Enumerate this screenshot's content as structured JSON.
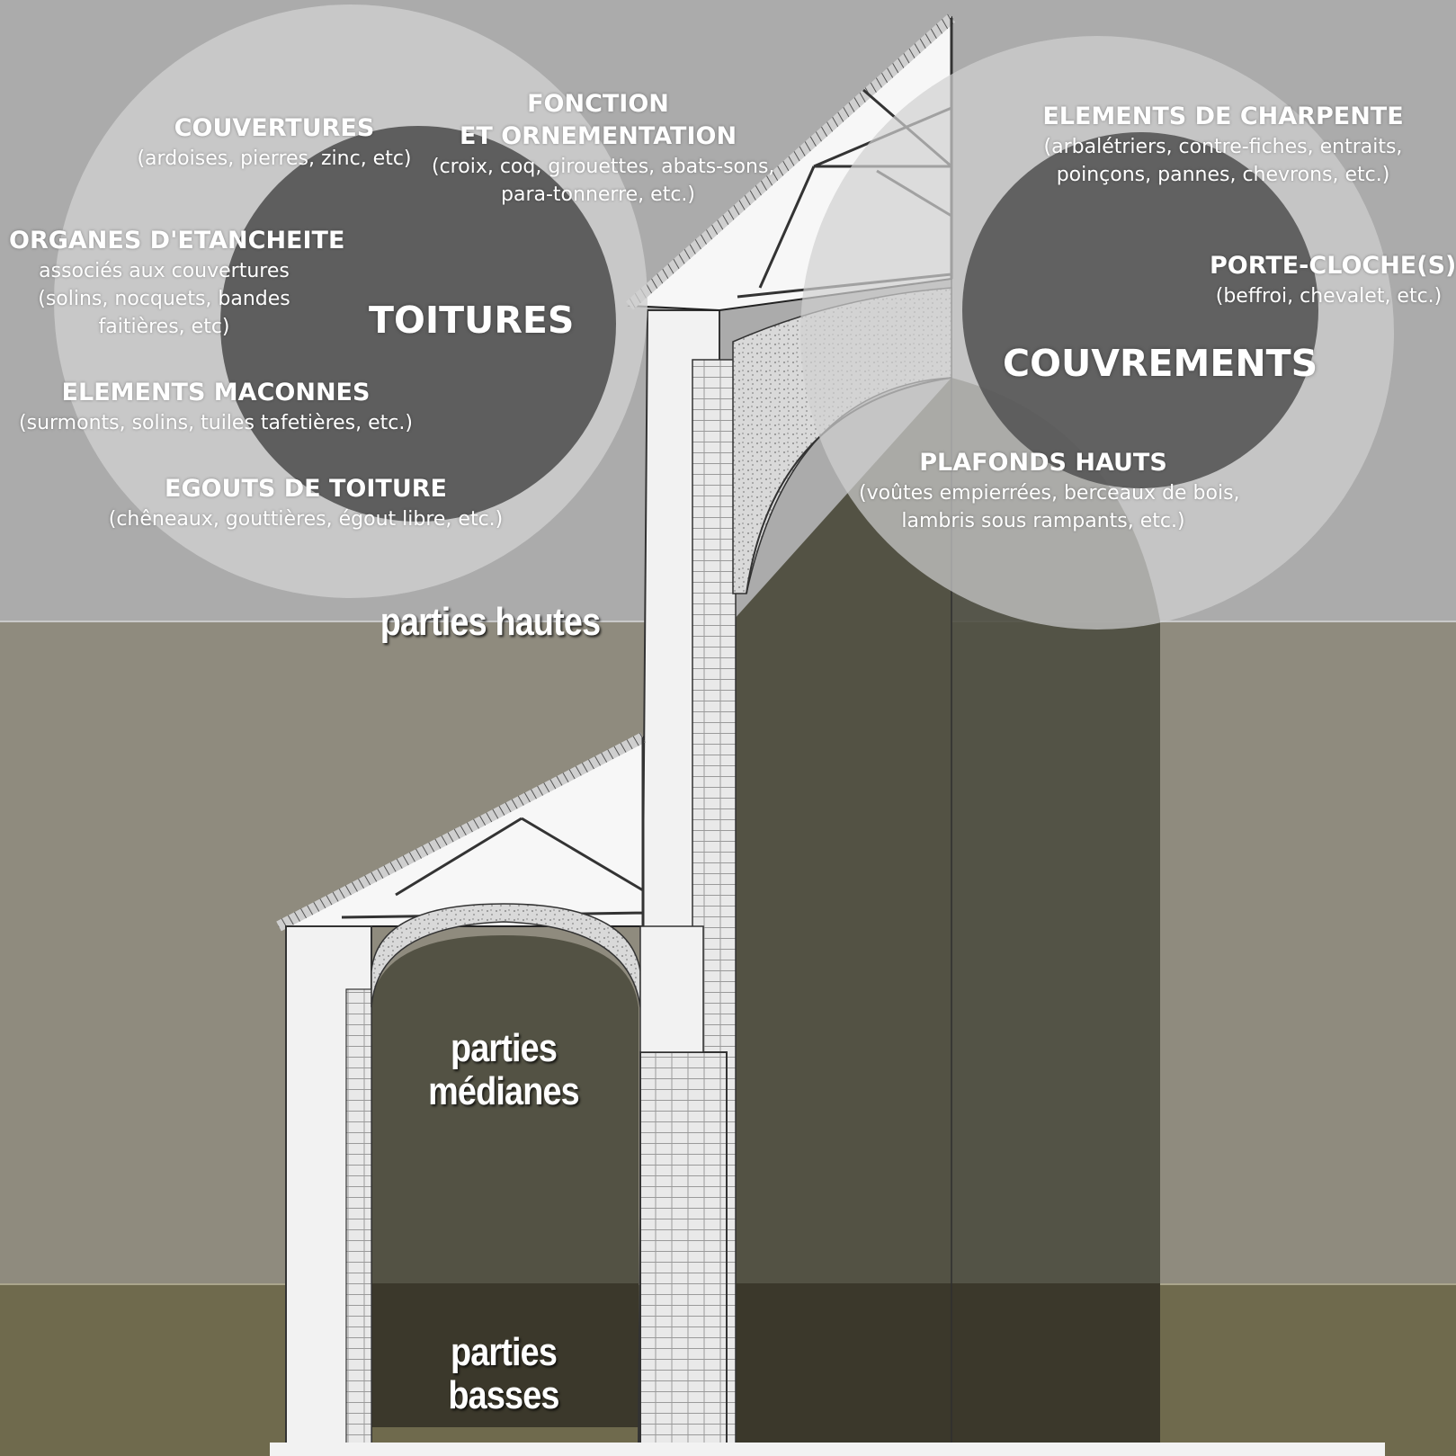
{
  "colors": {
    "band_top": "#ababab",
    "band_middle": "#8f8b7e",
    "band_bottom": "#6f6a4d",
    "circle_outer": "#c3c3c3",
    "circle_inner": "#5b5b5b",
    "building_light": "#f2f2f2",
    "building_shadow": "#535244"
  },
  "circles": {
    "toitures": {
      "title": "TOITURES",
      "labels": [
        {
          "title": "COUVERTURES",
          "details": [
            "(ardoises, pierres, zinc, etc)"
          ]
        },
        {
          "title": "FONCTION\nET ORNEMENTATION",
          "details": [
            "(croix, coq, girouettes, abats-sons,",
            "para-tonnerre, etc.)"
          ]
        },
        {
          "title": "ORGANES D'ETANCHEITE",
          "details": [
            "associés aux couvertures",
            "(solins, nocquets, bandes",
            "faitières, etc)"
          ]
        },
        {
          "title": "ELEMENTS MACONNES",
          "details": [
            "(surmonts, solins, tuiles tafetières, etc.)"
          ]
        },
        {
          "title": "EGOUTS DE TOITURE",
          "details": [
            "(chêneaux, gouttières, égout libre, etc.)"
          ]
        }
      ]
    },
    "couvrements": {
      "title": "COUVREMENTS",
      "labels": [
        {
          "title": "ELEMENTS DE CHARPENTE",
          "details": [
            "(arbalétriers, contre-fiches, entraits,",
            "poinçons, pannes, chevrons, etc.)"
          ]
        },
        {
          "title": "PORTE-CLOCHE(S)",
          "details": [
            "(beffroi, chevalet, etc.)"
          ]
        },
        {
          "title": "PLAFONDS HAUTS",
          "details": [
            "(voûtes empierrées, berceaux de bois,",
            "lambris sous rampants, etc.)"
          ]
        }
      ]
    }
  },
  "zones": {
    "hautes": "parties hautes",
    "medianes": "parties\nmédianes",
    "basses": "parties\nbasses"
  }
}
